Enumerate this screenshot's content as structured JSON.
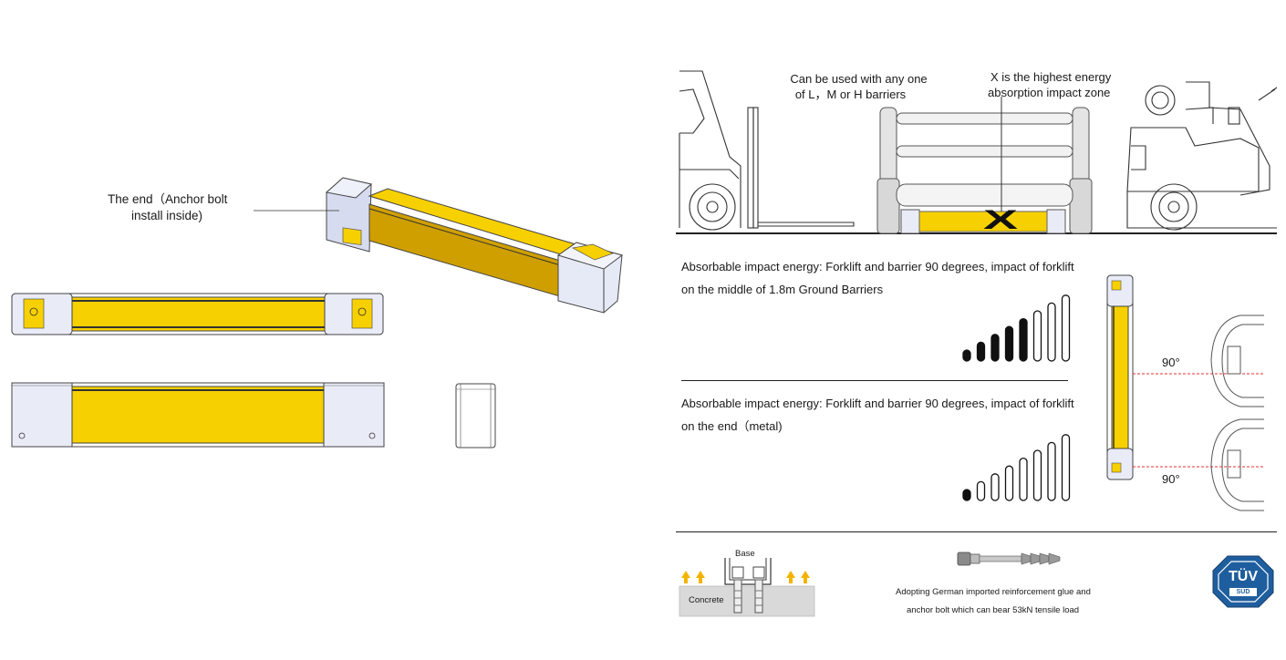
{
  "left": {
    "anchor_label_line1": "The end（Anchor bolt",
    "anchor_label_line2": "install inside)"
  },
  "right": {
    "top": {
      "barrier_note_line1": "Can be used with any one",
      "barrier_note_line2": "of L，M or H barriers",
      "zone_note_line1": "X  is the highest energy",
      "zone_note_line2": "absorption impact zone",
      "zone_mark": "X"
    },
    "energy_middle": {
      "line1": "Absorbable impact energy: Forklift and barrier 90 degrees, impact of forklift",
      "line2": "on the middle of 1.8m Ground Barriers",
      "filled_bars": 5,
      "total_bars": 8
    },
    "energy_end": {
      "line1": "Absorbable impact energy: Forklift and barrier 90 degrees, impact of forklift",
      "line2": "on the end（metal)",
      "filled_bars": 1,
      "total_bars": 8
    },
    "angle_top": "90°",
    "angle_bottom": "90°",
    "bottom": {
      "base_label": "Base",
      "concrete_label": "Concrete",
      "glue_line1": "Adopting German imported reinforcement glue and",
      "glue_line2": "anchor bolt which can bear 53kN tensile load",
      "cert_text": "TÜV",
      "cert_sub": "SÜD"
    }
  },
  "colors": {
    "barrier_yellow": "#f7d000",
    "barrier_dark_yellow": "#cf9f00",
    "end_cap": "#e6e9f6",
    "impact_line": "#e83030",
    "arrow_orange": "#f2b400",
    "tuv_blue": "#1f5e9e"
  }
}
